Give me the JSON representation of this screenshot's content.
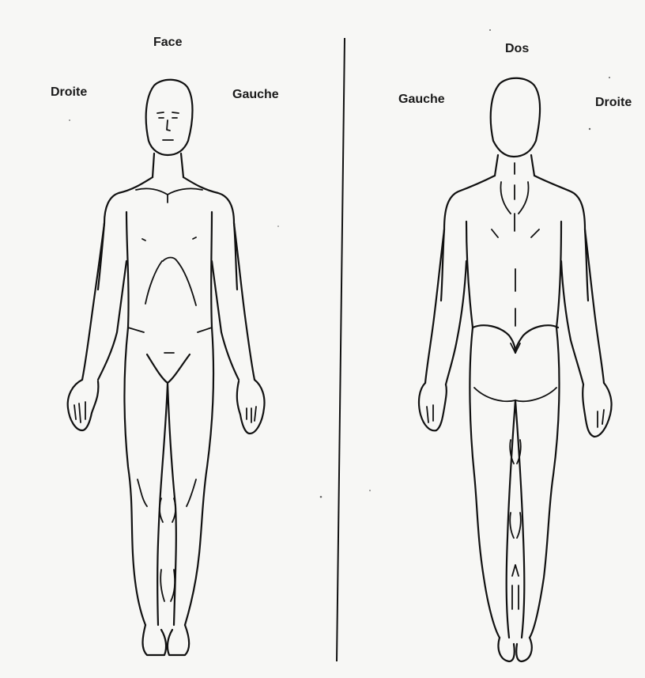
{
  "front": {
    "title": "Face",
    "side_right": "Droite",
    "side_left": "Gauche"
  },
  "back": {
    "title": "Dos",
    "side_left": "Gauche",
    "side_right": "Droite"
  }
}
